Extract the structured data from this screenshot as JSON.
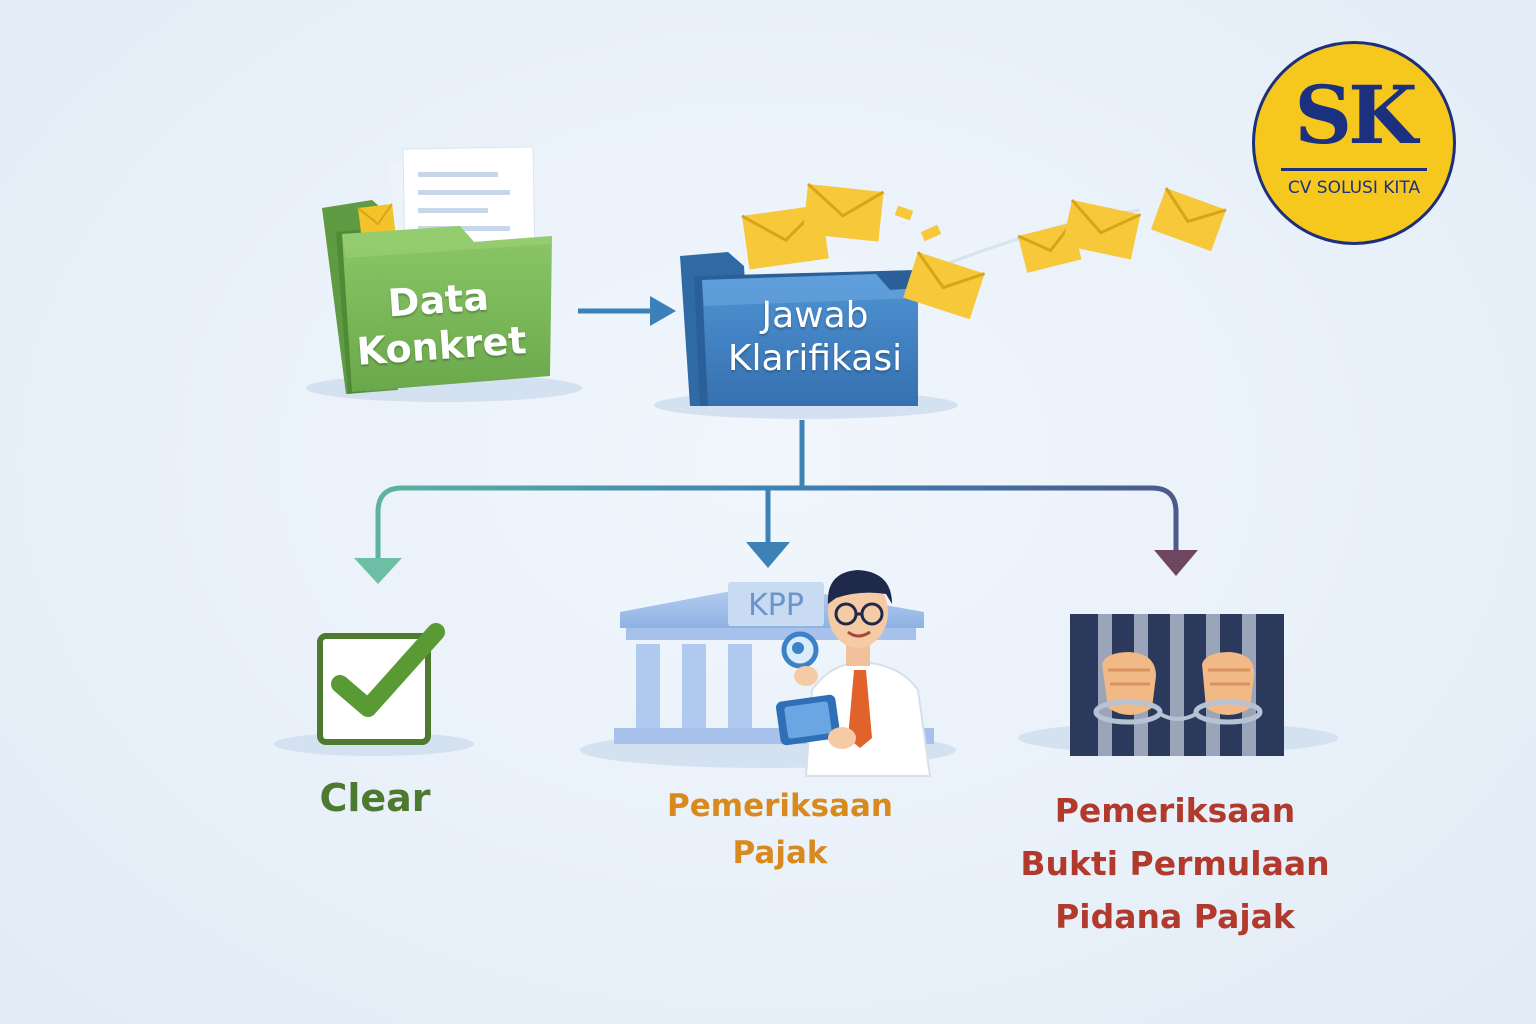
{
  "nodes": {
    "data_konkret": {
      "line1": "Data",
      "line2": "Konkret"
    },
    "jawab_klarifikasi": {
      "line1": "Jawab",
      "line2": "Klarifikasi"
    },
    "clear": {
      "label": "Clear"
    },
    "pemeriksaan_pajak": {
      "line1": "Pemeriksaan",
      "line2": "Pajak",
      "building_sign": "KPP"
    },
    "bukper": {
      "line1": "Pemeriksaan",
      "line2": "Bukti Permulaan",
      "line3": "Pidana Pajak"
    }
  },
  "logo": {
    "mark": "SK",
    "name": "CV SOLUSI KITA"
  },
  "colors": {
    "folder_green": "#7ab85a",
    "folder_blue": "#3f82c4",
    "clear_green": "#4d7a2e",
    "exam_orange": "#d98a1e",
    "bukper_red": "#b13a2c",
    "logo_yellow": "#f6c81e",
    "logo_navy": "#1c3080"
  }
}
